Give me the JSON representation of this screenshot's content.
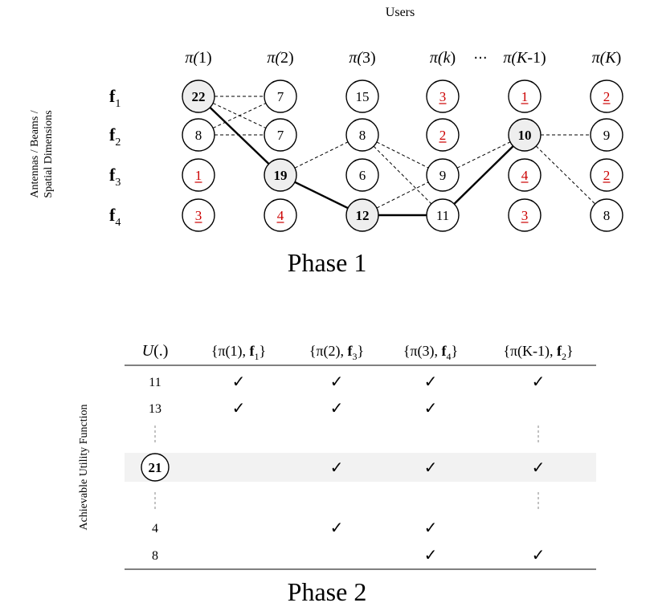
{
  "phase1": {
    "header": "Users",
    "side_label_line1": "Antennas / Beams /",
    "side_label_line2": "Spatial Dimensions",
    "dots": "···",
    "caption": "Phase 1",
    "columns": [
      {
        "pre": "π(",
        "var": "1",
        "post": ")"
      },
      {
        "pre": "π(",
        "var": "2",
        "post": ")"
      },
      {
        "pre": "π(",
        "var": "3",
        "post": ")"
      },
      {
        "pre": "π(",
        "var": "k",
        "post": ")",
        "italic_var": true
      },
      {
        "pre": "π(",
        "var": "K",
        "post": "-1)",
        "italic_var": true
      },
      {
        "pre": "π(",
        "var": "K",
        "post": ")",
        "italic_var": true
      }
    ],
    "rows": [
      {
        "bold": "f",
        "sub": "1"
      },
      {
        "bold": "f",
        "sub": "2"
      },
      {
        "bold": "f",
        "sub": "3"
      },
      {
        "bold": "f",
        "sub": "4"
      }
    ],
    "nodes": [
      [
        {
          "v": "22",
          "s": "sel"
        },
        {
          "v": "7",
          "s": "n"
        },
        {
          "v": "15",
          "s": "n"
        },
        {
          "v": "3",
          "s": "red"
        },
        {
          "v": "1",
          "s": "red"
        },
        {
          "v": "2",
          "s": "red"
        }
      ],
      [
        {
          "v": "8",
          "s": "n"
        },
        {
          "v": "7",
          "s": "n"
        },
        {
          "v": "8",
          "s": "n"
        },
        {
          "v": "2",
          "s": "red"
        },
        {
          "v": "10",
          "s": "sel"
        },
        {
          "v": "9",
          "s": "n"
        }
      ],
      [
        {
          "v": "1",
          "s": "red"
        },
        {
          "v": "19",
          "s": "sel"
        },
        {
          "v": "6",
          "s": "n"
        },
        {
          "v": "9",
          "s": "n"
        },
        {
          "v": "4",
          "s": "red"
        },
        {
          "v": "2",
          "s": "red"
        }
      ],
      [
        {
          "v": "3",
          "s": "red"
        },
        {
          "v": "4",
          "s": "red"
        },
        {
          "v": "12",
          "s": "sel"
        },
        {
          "v": "11",
          "s": "n"
        },
        {
          "v": "3",
          "s": "red"
        },
        {
          "v": "8",
          "s": "n"
        }
      ]
    ],
    "solid_edges": [
      [
        0,
        0,
        1,
        2
      ],
      [
        1,
        2,
        2,
        3
      ],
      [
        2,
        3,
        3,
        3
      ],
      [
        3,
        3,
        4,
        1
      ]
    ],
    "dashed_edges": [
      [
        0,
        0,
        1,
        0
      ],
      [
        0,
        0,
        1,
        1
      ],
      [
        0,
        1,
        1,
        0
      ],
      [
        0,
        1,
        1,
        1
      ],
      [
        1,
        2,
        2,
        1
      ],
      [
        2,
        1,
        3,
        2
      ],
      [
        2,
        1,
        3,
        3
      ],
      [
        2,
        3,
        3,
        2
      ],
      [
        3,
        2,
        4,
        1
      ],
      [
        4,
        1,
        5,
        1
      ],
      [
        4,
        1,
        5,
        3
      ]
    ]
  },
  "phase2": {
    "side_label": "Achievable Utility Function",
    "caption": "Phase 2",
    "header_util": {
      "italic": "U",
      "rest": "(.)"
    },
    "headers": [
      {
        "pre": "{π(1), ",
        "bold": "f",
        "sub": "1",
        "post": "}"
      },
      {
        "pre": "{π(2), ",
        "bold": "f",
        "sub": "3",
        "post": "}"
      },
      {
        "pre": "{π(3), ",
        "bold": "f",
        "sub": "4",
        "post": "}"
      },
      {
        "pre": "{π(K-1), ",
        "bold": "f",
        "sub": "2",
        "post": "}"
      }
    ],
    "check": "✓",
    "rows": [
      {
        "value": "11",
        "checks": [
          true,
          true,
          true,
          true
        ]
      },
      {
        "value": "13",
        "checks": [
          true,
          true,
          true,
          false
        ]
      },
      {
        "value": "",
        "ellipsis": true,
        "ellipsis_cols": [
          0,
          4
        ]
      },
      {
        "value": "21",
        "highlight": true,
        "checks": [
          false,
          true,
          true,
          true
        ]
      },
      {
        "value": "",
        "ellipsis": true,
        "ellipsis_cols": [
          0,
          4
        ]
      },
      {
        "value": "4",
        "checks": [
          false,
          true,
          true,
          false
        ]
      },
      {
        "value": "8",
        "checks": [
          false,
          false,
          true,
          true
        ]
      }
    ]
  },
  "colors": {
    "red_value": "#cc0000",
    "selected_fill": "#eeeeee",
    "highlight_row": "#f2f2f2",
    "dash_gray": "#999999"
  }
}
